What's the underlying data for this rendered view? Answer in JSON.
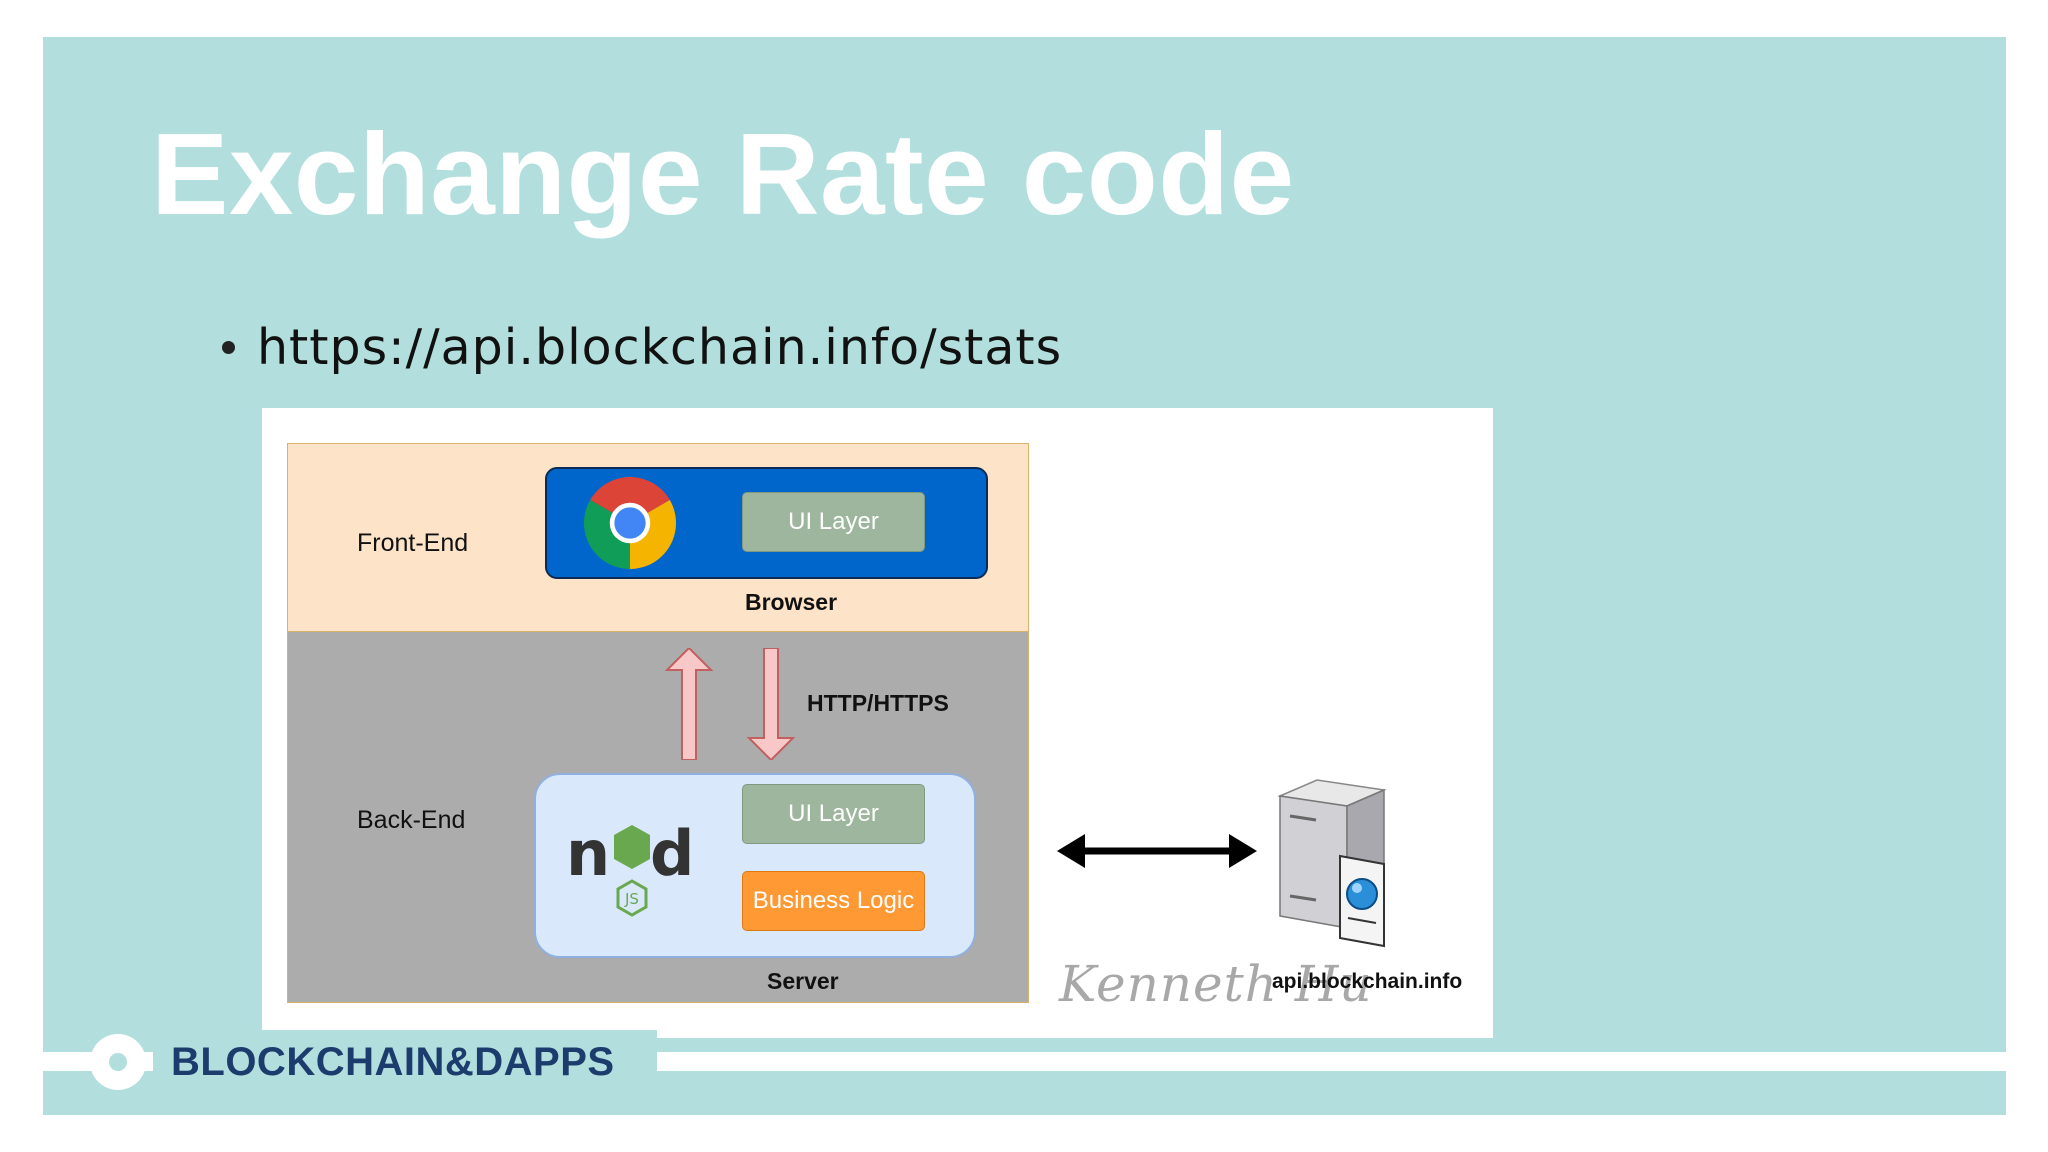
{
  "slide": {
    "title": "Exchange Rate code",
    "bullet": "https://api.blockchain.info/stats"
  },
  "diagram": {
    "front_end_label": "Front-End",
    "back_end_label": "Back-End",
    "browser_ui_layer": "UI Layer",
    "browser_caption": "Browser",
    "protocol_label": "HTTP/HTTPS",
    "server_ui_layer": "UI Layer",
    "business_logic": "Business Logic",
    "server_caption": "Server",
    "api_caption": "api.blockchain.info",
    "signature": "Kenneth Hu",
    "icons": [
      "chrome-icon",
      "nodejs-icon",
      "server-icon"
    ],
    "colors": {
      "front_end_band": "#fde3c8",
      "back_end_band": "#acacac",
      "browser_box": "#0066cc",
      "server_box": "#dae8fc",
      "ui_layer": "#9eb69e",
      "business_logic": "#ff9933",
      "arrow_fill": "#f8c8c8"
    }
  },
  "footer": {
    "brand": "BLOCKCHAIN&DAPPS"
  },
  "colors": {
    "slide_bg": "#b2dfdd",
    "title": "#ffffff",
    "brand": "#1d3c6e"
  }
}
